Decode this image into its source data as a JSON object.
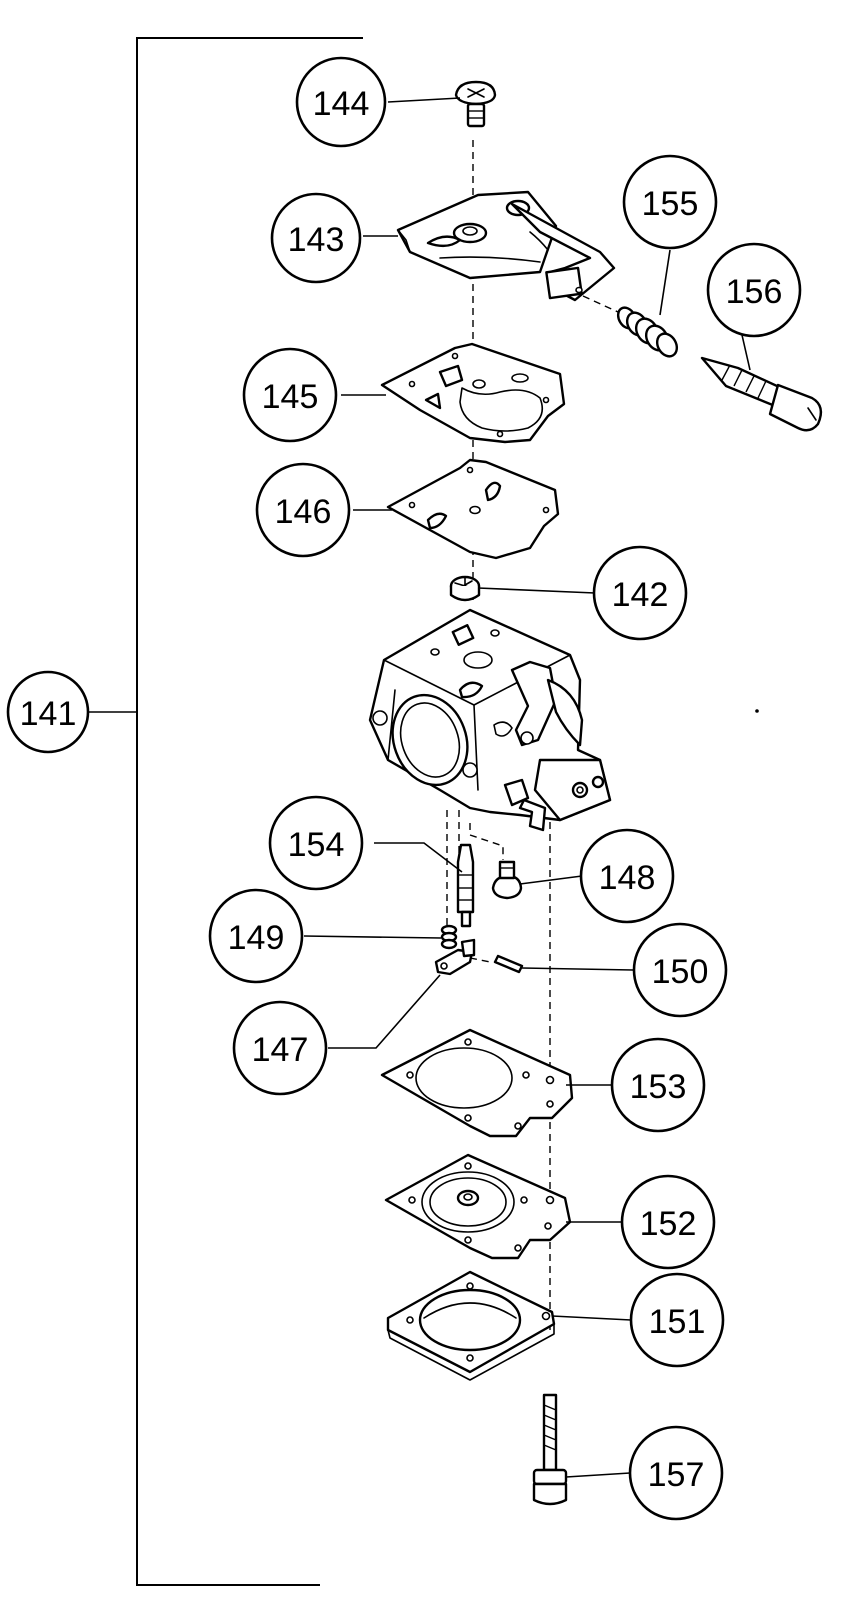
{
  "diagram": {
    "callouts": {
      "c141": "141",
      "c142": "142",
      "c143": "143",
      "c144": "144",
      "c145": "145",
      "c146": "146",
      "c147": "147",
      "c148": "148",
      "c149": "149",
      "c150": "150",
      "c151": "151",
      "c152": "152",
      "c153": "153",
      "c154": "154",
      "c155": "155",
      "c156": "156",
      "c157": "157"
    },
    "colors": {
      "ink": "#000000",
      "paper": "#ffffff"
    }
  }
}
